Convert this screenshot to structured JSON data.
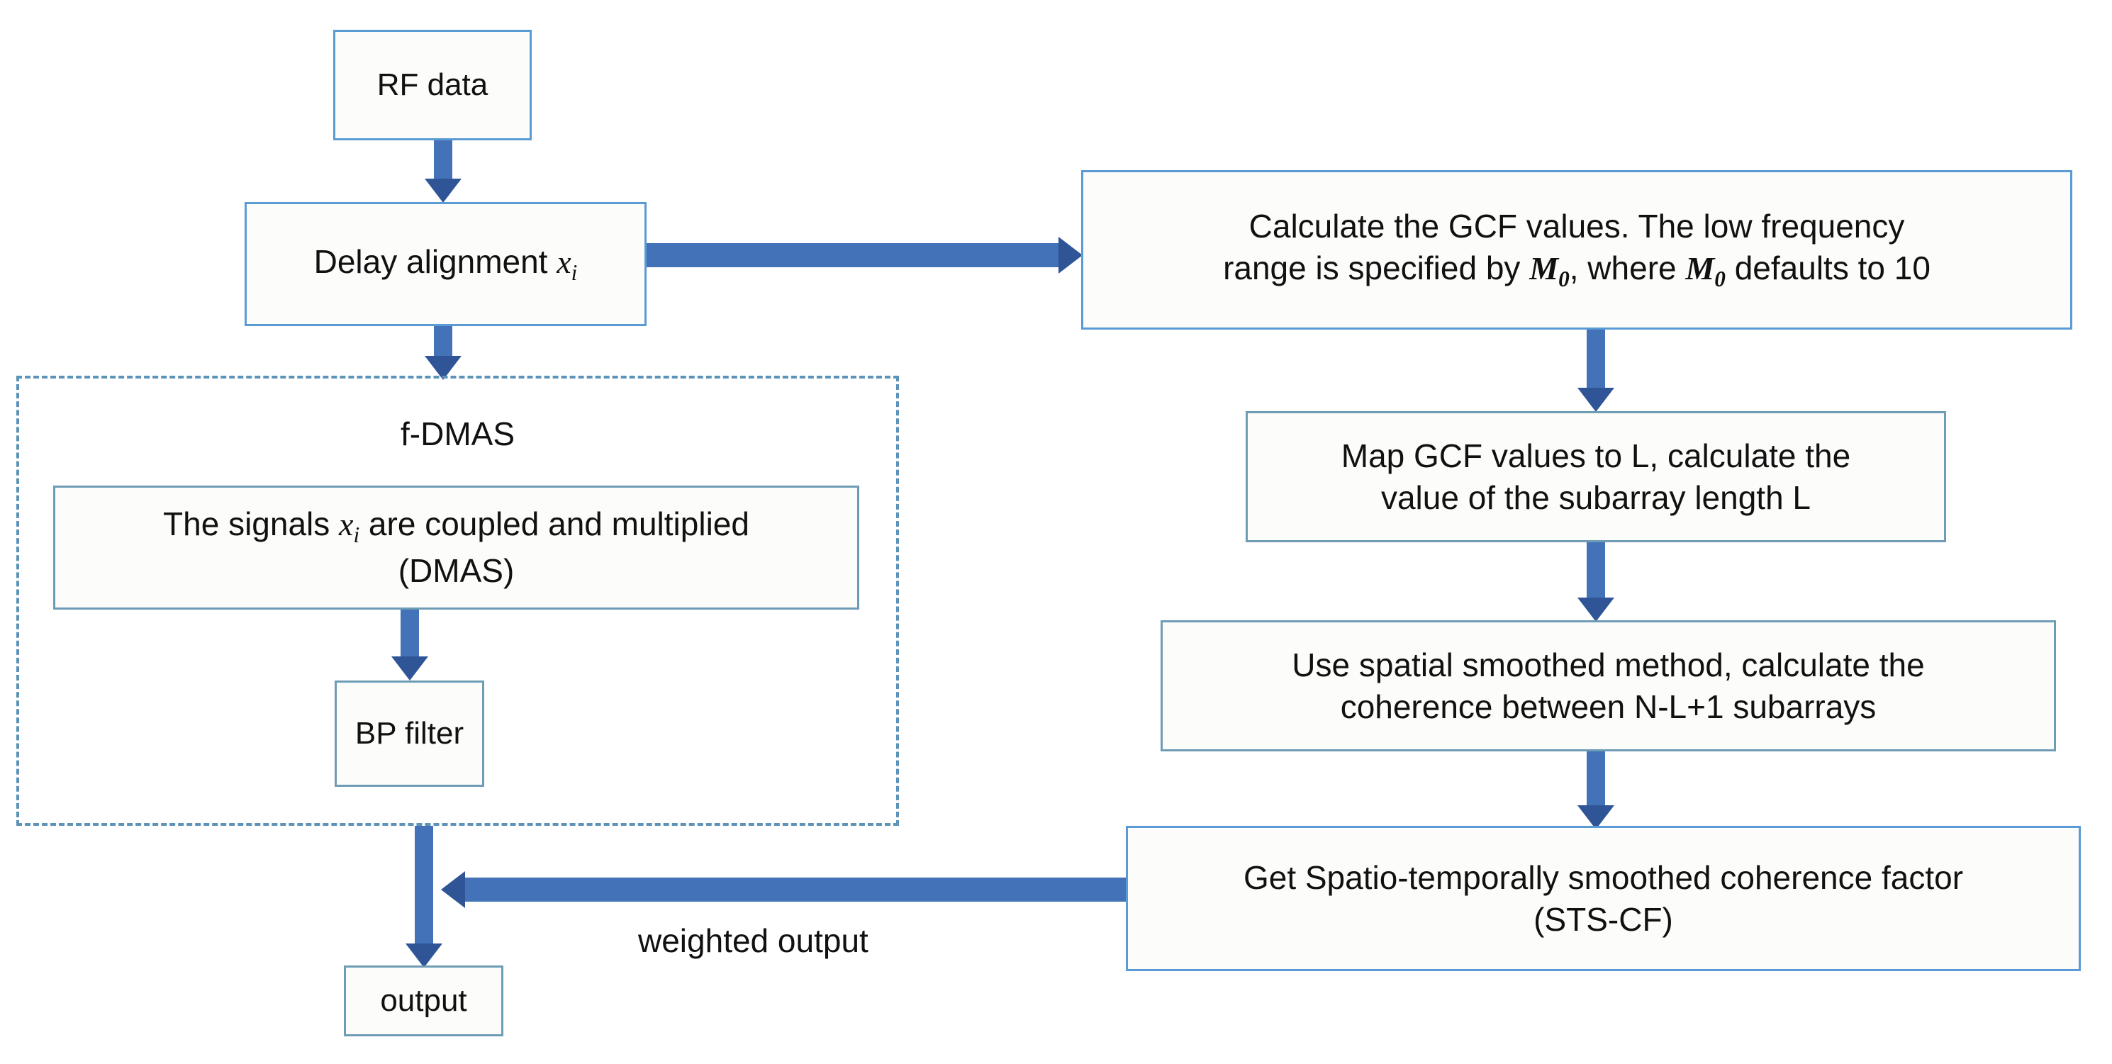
{
  "diagram": {
    "title": "f-DMAS with STS-CF weighting flowchart",
    "colors": {
      "box_border": "#5b9bd5",
      "box_border_grey": "#6f9cb5",
      "box_fill": "#fcfcfa",
      "arrow_fill": "#4472b8",
      "arrow_head": "#2f5597",
      "dashed_border": "#5d93b8",
      "text": "#111111",
      "background": "#ffffff"
    },
    "nodes": {
      "rf_data": "RF data",
      "delay_alignment_prefix": "Delay alignment ",
      "delay_alignment_var": "x",
      "delay_alignment_sub": "i",
      "gcf_line1": "Calculate the GCF values. The low frequency",
      "gcf_line2_a": "range is specified by ",
      "gcf_var": "M",
      "gcf_sub": "0",
      "gcf_line2_b": ", where ",
      "gcf_line2_c": " defaults to 10",
      "fdmas_group": "f-DMAS",
      "dmas_line1_a": "The signals ",
      "dmas_var": "x",
      "dmas_sub": "i",
      "dmas_line1_b": " are coupled and multiplied",
      "dmas_line2": "(DMAS)",
      "bp_filter": "BP filter",
      "map_gcf_line1": "Map GCF values to L, calculate the",
      "map_gcf_line2": "value of the subarray length L",
      "spatial_line1": "Use spatial smoothed method, calculate the",
      "spatial_line2": "coherence between N-L+1 subarrays",
      "stscf_line1": "Get Spatio-temporally smoothed coherence factor",
      "stscf_line2": "(STS-CF)",
      "output": "output"
    },
    "edge_labels": {
      "weighted_output": "weighted output"
    }
  },
  "chart_data": {
    "type": "diagram",
    "title": "f-DMAS with STS-CF weighting flowchart",
    "nodes": [
      {
        "id": "rf_data",
        "label": "RF data"
      },
      {
        "id": "delay_alignment",
        "label": "Delay alignment x_i"
      },
      {
        "id": "gcf",
        "label": "Calculate the GCF values. The low frequency range is specified by M_0, where M_0 defaults to 10"
      },
      {
        "id": "fdmas_group",
        "label": "f-DMAS",
        "kind": "dashed-group"
      },
      {
        "id": "dmas",
        "label": "The signals x_i are coupled and multiplied (DMAS)"
      },
      {
        "id": "bp_filter",
        "label": "BP filter"
      },
      {
        "id": "map_gcf",
        "label": "Map GCF values to L, calculate the value of the subarray length L"
      },
      {
        "id": "spatial_smoothed",
        "label": "Use spatial smoothed method, calculate the coherence between N-L+1 subarrays"
      },
      {
        "id": "sts_cf",
        "label": "Get Spatio-temporally smoothed coherence factor (STS-CF)"
      },
      {
        "id": "output",
        "label": "output"
      }
    ],
    "edges": [
      {
        "from": "rf_data",
        "to": "delay_alignment",
        "direction": "down",
        "label": ""
      },
      {
        "from": "delay_alignment",
        "to": "gcf",
        "direction": "right",
        "label": ""
      },
      {
        "from": "delay_alignment",
        "to": "fdmas_group",
        "direction": "down",
        "label": ""
      },
      {
        "from": "dmas",
        "to": "bp_filter",
        "direction": "down",
        "label": ""
      },
      {
        "from": "gcf",
        "to": "map_gcf",
        "direction": "down",
        "label": ""
      },
      {
        "from": "map_gcf",
        "to": "spatial_smoothed",
        "direction": "down",
        "label": ""
      },
      {
        "from": "spatial_smoothed",
        "to": "sts_cf",
        "direction": "down",
        "label": ""
      },
      {
        "from": "sts_cf",
        "to": "fdmas_group",
        "direction": "left",
        "label": "weighted output"
      },
      {
        "from": "fdmas_group",
        "to": "output",
        "direction": "down",
        "label": ""
      }
    ]
  }
}
